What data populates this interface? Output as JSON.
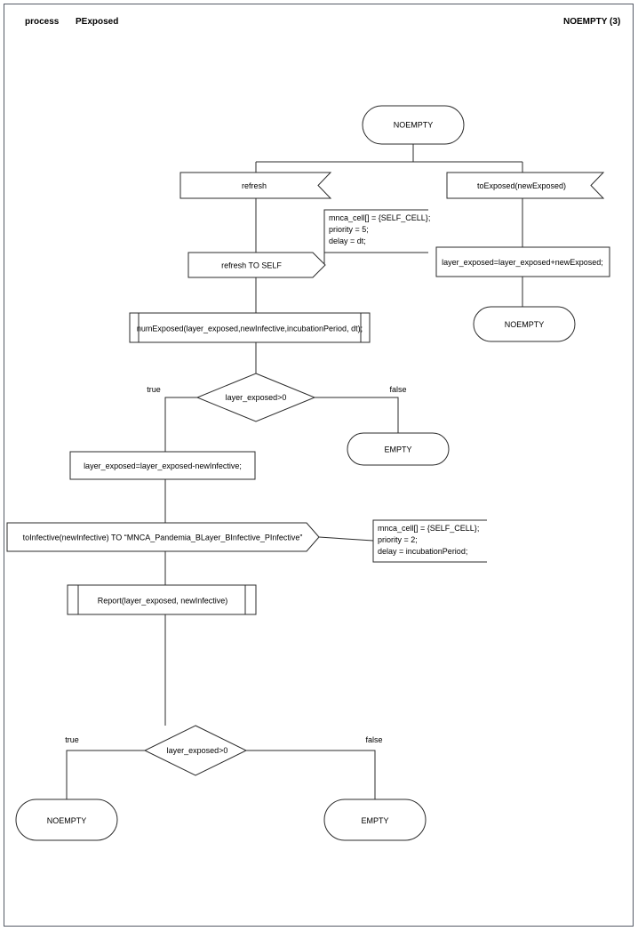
{
  "header": {
    "keyword": "process",
    "process_name": "PExposed",
    "state_ref": "NOEMPTY (3)"
  },
  "diagram": {
    "type": "sdl-process-flowchart",
    "nodes": [
      {
        "id": "state-noempty-top",
        "kind": "state",
        "text": "NOEMPTY"
      },
      {
        "id": "input-refresh",
        "kind": "input",
        "text": "refresh"
      },
      {
        "id": "input-toexposed",
        "kind": "input",
        "text": "toExposed(newExposed)"
      },
      {
        "id": "output-refresh-to-self",
        "kind": "output",
        "text": "refresh TO SELF"
      },
      {
        "id": "task-add-exposed",
        "kind": "task",
        "text": "layer_exposed=layer_exposed+newExposed;"
      },
      {
        "id": "state-noempty-right",
        "kind": "state",
        "text": "NOEMPTY"
      },
      {
        "id": "proc-numexposed",
        "kind": "procedure-call",
        "text": "numExposed(layer_exposed,newInfective,incubationPeriod, dt);"
      },
      {
        "id": "decision-top",
        "kind": "decision",
        "text": "layer_exposed>0"
      },
      {
        "id": "state-empty-mid",
        "kind": "state",
        "text": "EMPTY"
      },
      {
        "id": "task-sub-infective",
        "kind": "task",
        "text": "layer_exposed=layer_exposed-newInfective;"
      },
      {
        "id": "output-toinfective",
        "kind": "output",
        "text": "toInfective(newInfective) TO “MNCA_Pandemia_BLayer_BInfective_PInfective”"
      },
      {
        "id": "proc-report",
        "kind": "procedure-call",
        "text": "Report(layer_exposed, newInfective)"
      },
      {
        "id": "decision-bottom",
        "kind": "decision",
        "text": "layer_exposed>0"
      },
      {
        "id": "state-noempty-bottom",
        "kind": "state",
        "text": "NOEMPTY"
      },
      {
        "id": "state-empty-bottom",
        "kind": "state",
        "text": "EMPTY"
      }
    ],
    "branch_labels": {
      "top_true": "true",
      "top_false": "false",
      "bottom_true": "true",
      "bottom_false": "false"
    },
    "comments": [
      {
        "id": "comment-refresh",
        "lines": [
          "mnca_cell[] = {SELF_CELL};",
          "priority = 5;",
          "delay = dt;"
        ]
      },
      {
        "id": "comment-toinfective",
        "lines": [
          "mnca_cell[] = {SELF_CELL};",
          "priority = 2;",
          "delay = incubationPeriod;"
        ]
      }
    ]
  },
  "colors": {
    "stroke": "#2b2b2b",
    "page_border": "#555b66",
    "background": "#ffffff"
  }
}
